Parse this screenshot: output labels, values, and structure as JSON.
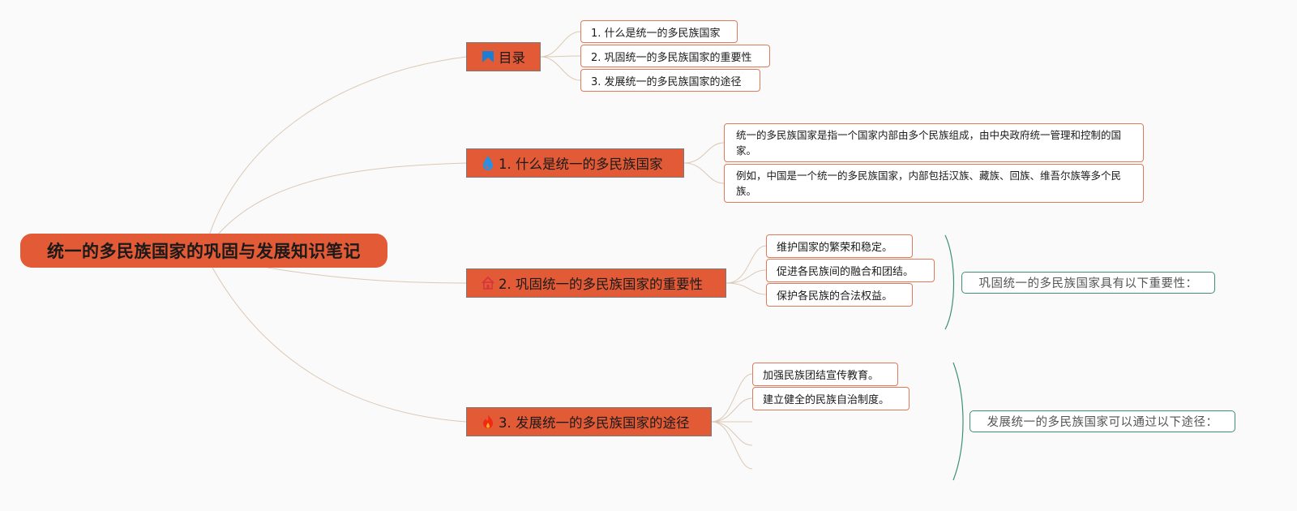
{
  "mindmap": {
    "root": {
      "label": "统一的多民族国家的巩固与发展知识笔记"
    },
    "branches": [
      {
        "label": "目录",
        "icon": "flag-icon",
        "children": [
          "1. 什么是统一的多民族国家",
          "2. 巩固统一的多民族国家的重要性",
          "3. 发展统一的多民族国家的途径"
        ]
      },
      {
        "label": "1. 什么是统一的多民族国家",
        "icon": "drop-icon",
        "children": [
          "统一的多民族国家是指一个国家内部由多个民族组成，由中央政府统一管理和控制的国家。",
          "例如，中国是一个统一的多民族国家，内部包括汉族、藏族、回族、维吾尔族等多个民族。"
        ]
      },
      {
        "label": "2. 巩固统一的多民族国家的重要性",
        "icon": "home-icon",
        "children": [
          "维护国家的繁荣和稳定。",
          "促进各民族间的融合和团结。",
          "保护各民族的合法权益。"
        ],
        "summary": "巩固统一的多民族国家具有以下重要性："
      },
      {
        "label": "3. 发展统一的多民族国家的途径",
        "icon": "fire-icon",
        "children": [
          "加强民族团结宣传教育。",
          "建立健全的民族自治制度。"
        ],
        "summary": "发展统一的多民族国家可以通过以下途径："
      }
    ]
  },
  "colors": {
    "node_fill": "#e35a36",
    "leaf_border": "#e07a5a",
    "summary_border": "#3d8f78",
    "connector": "#dcc8b4",
    "flag_icon": "#1a7fd4",
    "drop_icon": "#2a8fe0",
    "home_icon": "#d8343c",
    "fire_icon": "#f02a10"
  }
}
